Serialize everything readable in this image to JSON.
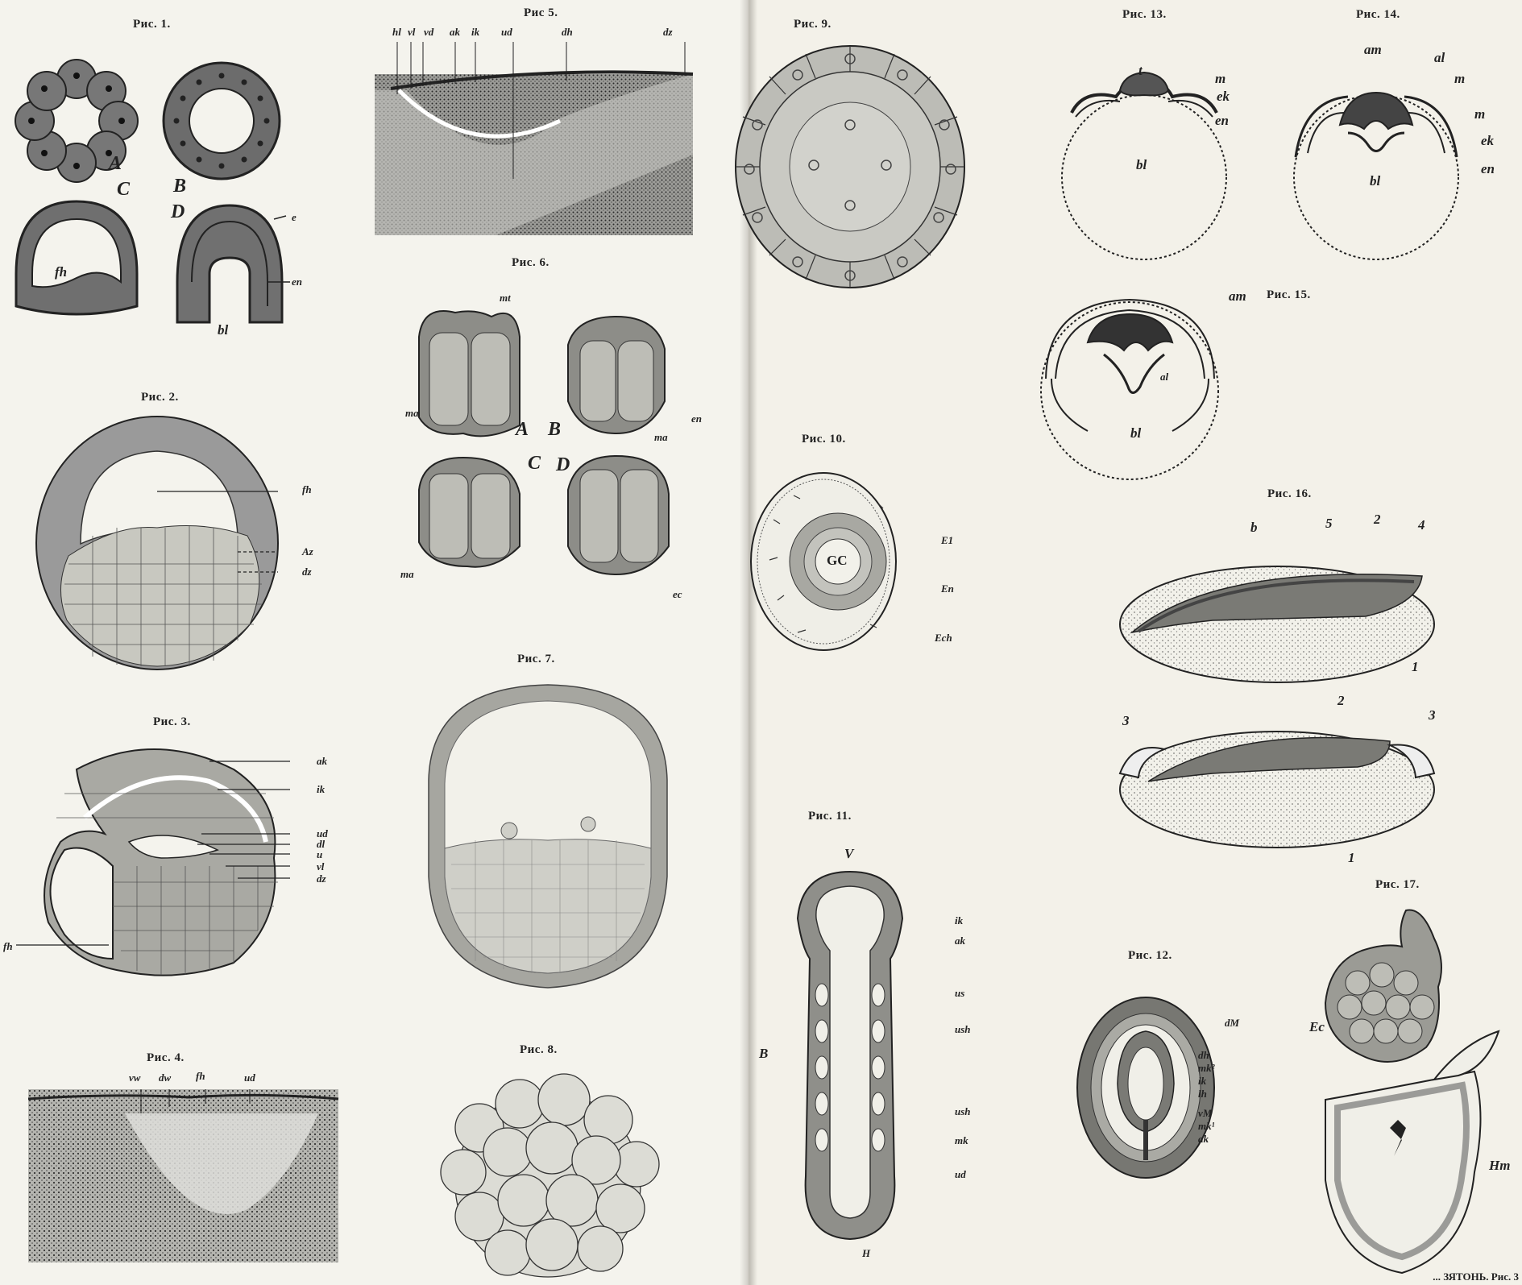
{
  "figures": {
    "f1": {
      "title": "Рис. 1.",
      "sub": [
        "A",
        "B",
        "C",
        "D"
      ],
      "labels": [
        "fh",
        "e",
        "en",
        "bl"
      ]
    },
    "f2": {
      "title": "Рис. 2.",
      "labels": [
        "fh",
        "Az",
        "dz"
      ]
    },
    "f3": {
      "title": "Рис. 3.",
      "labels": [
        "ak",
        "ik",
        "ud",
        "dl",
        "u",
        "vl",
        "dz",
        "fh"
      ]
    },
    "f4": {
      "title": "Рис. 4.",
      "labels": [
        "vw",
        "dw",
        "fh",
        "ud"
      ]
    },
    "f5": {
      "title": "Рис 5.",
      "labels": [
        "hl",
        "vl",
        "vd",
        "ak",
        "ik",
        "ud",
        "dh",
        "dz"
      ]
    },
    "f6": {
      "title": "Рис. 6.",
      "sub": [
        "A",
        "B",
        "C",
        "D"
      ],
      "labels": [
        "mt",
        "ma",
        "en",
        "ma",
        "ma",
        "ec"
      ]
    },
    "f7": {
      "title": "Рис. 7."
    },
    "f8": {
      "title": "Рис. 8."
    },
    "f9": {
      "title": "Рис. 9."
    },
    "f10": {
      "title": "Рис. 10.",
      "labels": [
        "GC",
        "E1",
        "En",
        "Ech"
      ]
    },
    "f11": {
      "title": "Рис. 11.",
      "labels": [
        "V",
        "ik",
        "ak",
        "us",
        "ush",
        "ush",
        "mk",
        "ud",
        "B",
        "H"
      ]
    },
    "f12": {
      "title": "Рис. 12.",
      "labels": [
        "dM",
        "dh",
        "mk²",
        "ik",
        "lh",
        "vM",
        "mk¹",
        "ak"
      ]
    },
    "f13": {
      "title": "Рис. 13.",
      "labels": [
        "t",
        "m",
        "ek",
        "en",
        "bl"
      ]
    },
    "f14": {
      "title": "Рис. 14.",
      "labels": [
        "am",
        "al",
        "m",
        "m",
        "ek",
        "en",
        "bl"
      ]
    },
    "f15": {
      "title": "Рис. 15.",
      "labels": [
        "am",
        "al",
        "bl"
      ]
    },
    "f16": {
      "title": "Рис. 16.",
      "labels": [
        "b",
        "5",
        "2",
        "4",
        "1",
        "3",
        "2",
        "3",
        "1"
      ]
    },
    "f17": {
      "title": "Рис. 17.",
      "labels": [
        "Ec",
        "Hm"
      ]
    }
  },
  "footer": "... ЗЯТОНЬ. Рис. 3"
}
